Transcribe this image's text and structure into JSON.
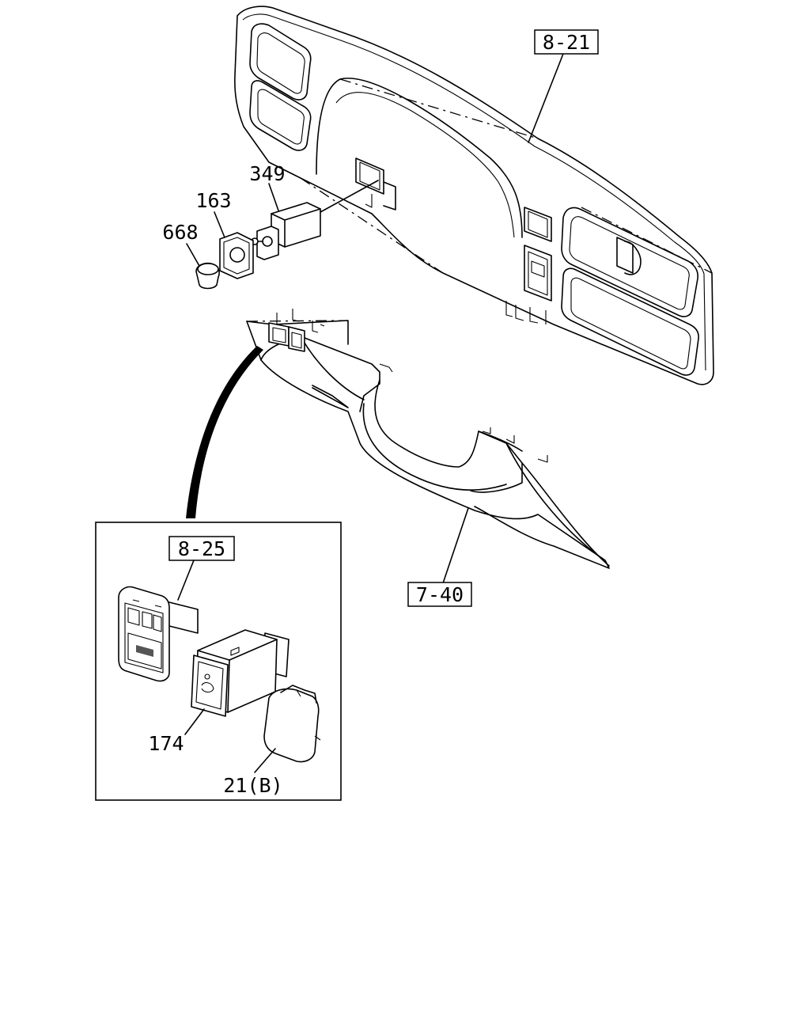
{
  "labels": {
    "ref_8_21": "8-21",
    "ref_7_40": "7-40",
    "ref_8_25": "8-25",
    "part_349": "349",
    "part_163": "163",
    "part_668": "668",
    "part_174": "174",
    "part_21b": "21(B)"
  }
}
